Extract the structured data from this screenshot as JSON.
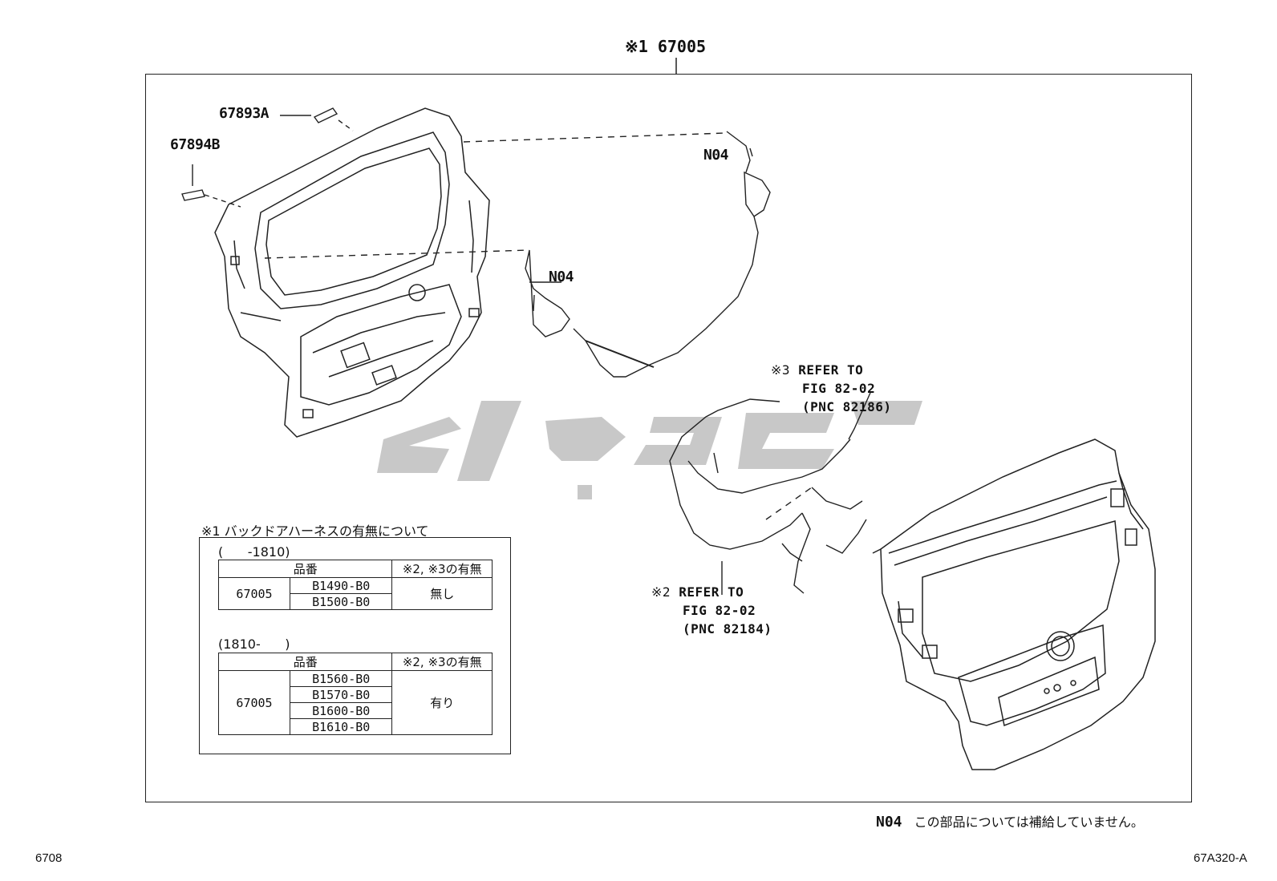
{
  "header_part": "※1 67005",
  "callouts": {
    "c67893a": "67893A",
    "c67894b": "67894B",
    "n04_top": "N04",
    "n04_mid": "N04"
  },
  "refs": {
    "r3": {
      "mark": "※3",
      "line1": "REFER TO",
      "line2": "FIG 82-02",
      "line3": "(PNC 82186)"
    },
    "r2": {
      "mark": "※2",
      "line1": "REFER TO",
      "line2": "FIG 82-02",
      "line3": "(PNC 82184)"
    }
  },
  "note_box": {
    "title": "※1 バックドアハーネスの有無について",
    "table1": {
      "range": "(      -1810)",
      "col_partno": "品番",
      "col_presence": "※2, ※3の有無",
      "base": "67005",
      "codes": [
        "B1490-B0",
        "B1500-B0"
      ],
      "presence": "無し"
    },
    "table2": {
      "range": "(1810-      )",
      "col_partno": "品番",
      "col_presence": "※2, ※3の有無",
      "base": "67005",
      "codes": [
        "B1560-B0",
        "B1570-B0",
        "B1600-B0",
        "B1610-B0"
      ],
      "presence": "有り"
    }
  },
  "footnote": {
    "code": "N04",
    "text": "この部品については補給していません。"
  },
  "page_id_left": "6708",
  "page_id_right": "67A320-A",
  "watermark_color": "#c8c8c8"
}
